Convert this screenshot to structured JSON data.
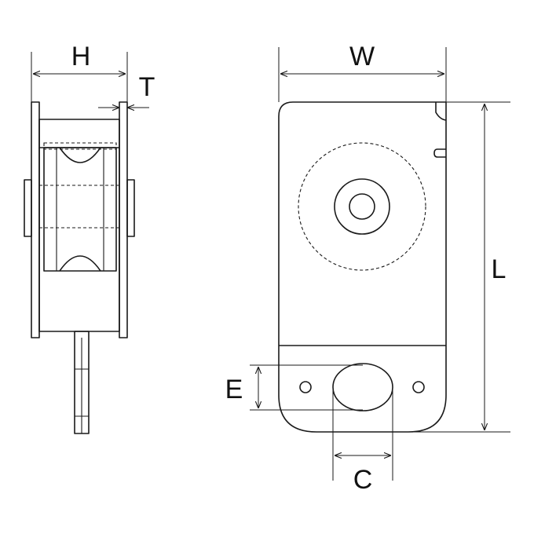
{
  "colors": {
    "line": "#1a1a1a",
    "background": "#ffffff"
  },
  "labels": {
    "height": "H",
    "thickness": "T",
    "width": "W",
    "length": "L",
    "hole_spacing": "E",
    "slot_width": "C"
  }
}
